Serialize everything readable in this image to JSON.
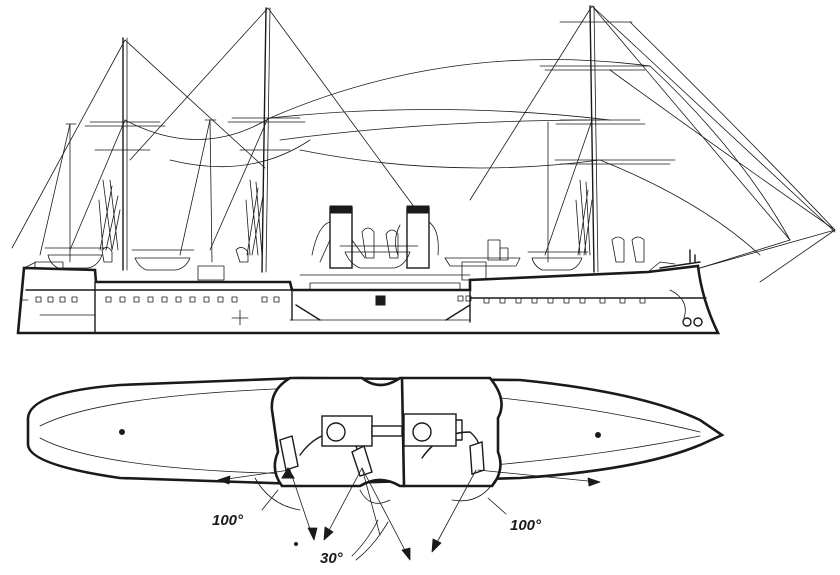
{
  "labels": {
    "arc_left": "100°",
    "arc_right": "100°",
    "arc_center": "30°"
  },
  "colors": {
    "ink": "#1a1a1a",
    "paper": "#ffffff"
  }
}
